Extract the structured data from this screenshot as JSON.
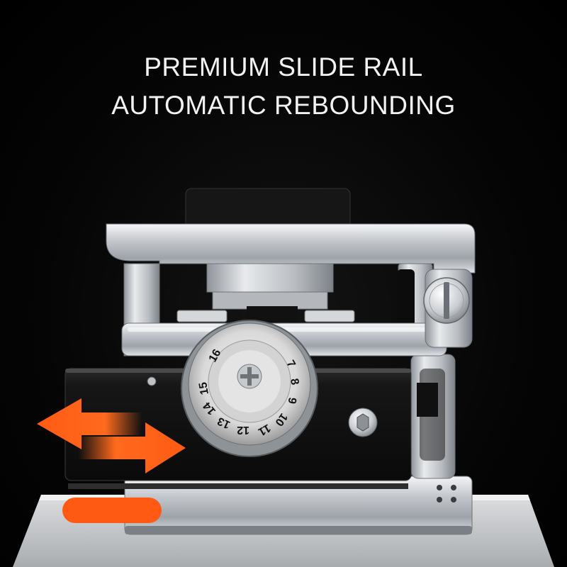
{
  "headline": {
    "line1": "PREMIUM SLIDE RAIL",
    "line2": "AUTOMATIC REBOUNDING"
  },
  "dial": {
    "numbers": [
      "16",
      "7",
      "8",
      "9",
      "10",
      "11",
      "12",
      "13",
      "14",
      "15"
    ]
  },
  "colors": {
    "background": "#000000",
    "accent_arrow": "#ff5a14",
    "indicator_bar": "#ff5a14",
    "chrome": "#c9cdd2",
    "body_black": "#141414"
  },
  "icons": {
    "slide_left": "arrow-left-icon",
    "slide_right": "arrow-right-icon",
    "dial_screw": "phillips-screw-icon",
    "knob": "slotted-knob-icon",
    "side_bolt": "hex-bolt-icon"
  }
}
